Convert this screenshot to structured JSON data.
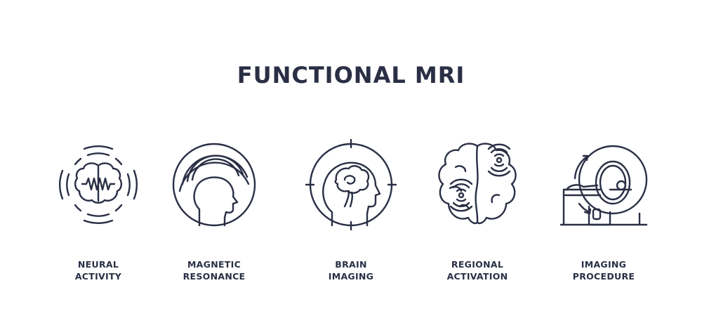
{
  "title": "FUNCTIONAL MRI",
  "items": [
    {
      "icon": "neural-activity-icon",
      "line1": "NEURAL",
      "line2": "ACTIVITY"
    },
    {
      "icon": "magnetic-resonance-icon",
      "line1": "MAGNETIC",
      "line2": "RESONANCE"
    },
    {
      "icon": "brain-imaging-icon",
      "line1": "BRAIN",
      "line2": "IMAGING"
    },
    {
      "icon": "regional-activation-icon",
      "line1": "REGIONAL",
      "line2": "ACTIVATION"
    },
    {
      "icon": "imaging-procedure-icon",
      "line1": "IMAGING",
      "line2": "PROCEDURE"
    }
  ],
  "colors": {
    "ink": "#2a2f45",
    "background": "#ffffff"
  }
}
